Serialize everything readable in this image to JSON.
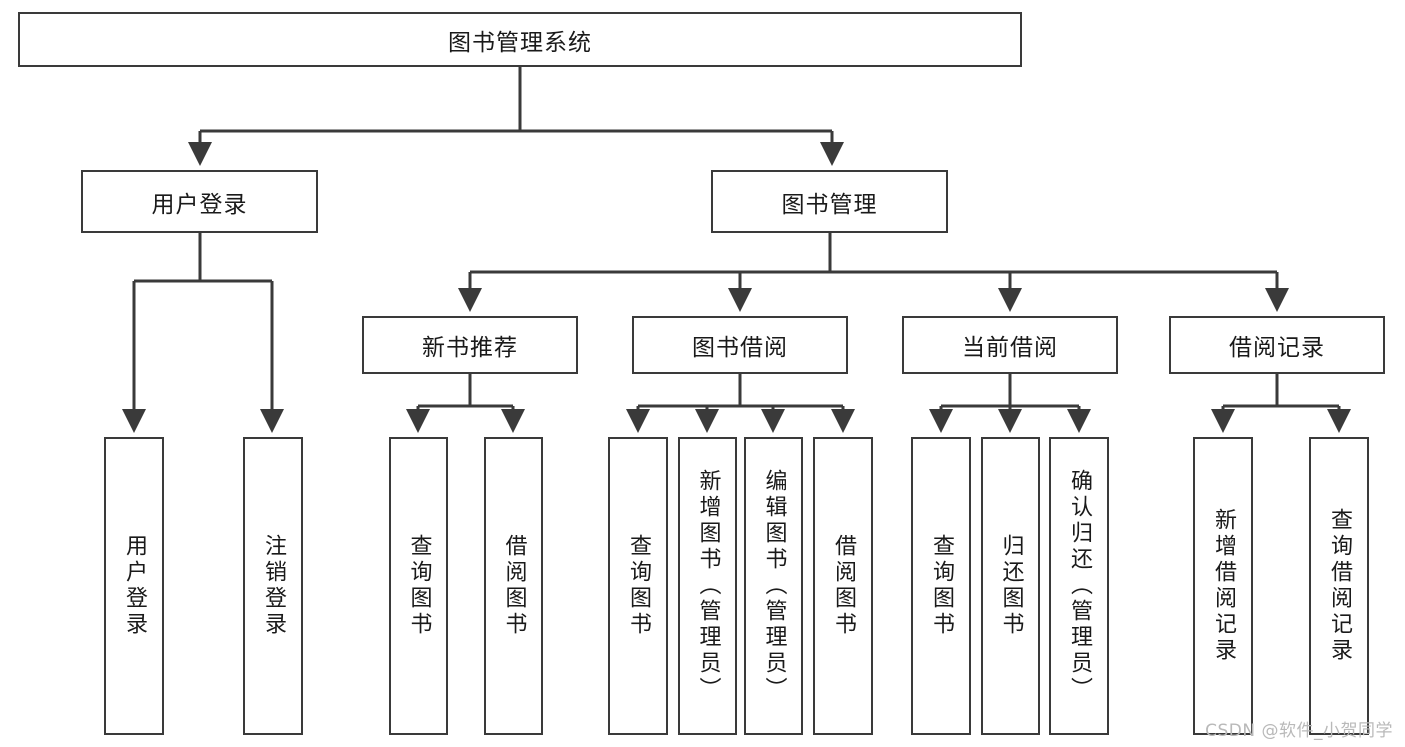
{
  "diagram": {
    "type": "tree",
    "title": "图书管理系统",
    "orientation": "top-down",
    "watermark": "CSDN @软件_小贺同学",
    "colors": {
      "node_border": "#3a3a3a",
      "node_fill": "#ffffff",
      "connector": "#3a3a3a",
      "text": "#1a1a1a",
      "watermark": "#b9b9b9",
      "background": "#ffffff"
    },
    "levels": {
      "root": "图书管理系统",
      "level2": [
        "用户登录",
        "图书管理"
      ],
      "level3": [
        "新书推荐",
        "图书借阅",
        "当前借阅",
        "借阅记录"
      ]
    },
    "nodes": {
      "root": {
        "label": "图书管理系统"
      },
      "user_login": {
        "label": "用户登录"
      },
      "book_manage": {
        "label": "图书管理"
      },
      "new_book_rec": {
        "label": "新书推荐"
      },
      "book_borrow": {
        "label": "图书借阅"
      },
      "current_borrow": {
        "label": "当前借阅"
      },
      "borrow_record": {
        "label": "借阅记录"
      }
    },
    "leaves": {
      "user_login": [
        {
          "label": "用户登录"
        },
        {
          "label": "注销登录"
        }
      ],
      "new_book_rec": [
        {
          "label": "查询图书"
        },
        {
          "label": "借阅图书"
        }
      ],
      "book_borrow": [
        {
          "label": "查询图书"
        },
        {
          "label": "新增图书（管理员）"
        },
        {
          "label": "编辑图书（管理员）"
        },
        {
          "label": "借阅图书"
        }
      ],
      "current_borrow": [
        {
          "label": "查询图书"
        },
        {
          "label": "归还图书"
        },
        {
          "label": "确认归还（管理员）"
        }
      ],
      "borrow_record": [
        {
          "label": "新增借阅记录"
        },
        {
          "label": "查询借阅记录"
        }
      ]
    }
  }
}
